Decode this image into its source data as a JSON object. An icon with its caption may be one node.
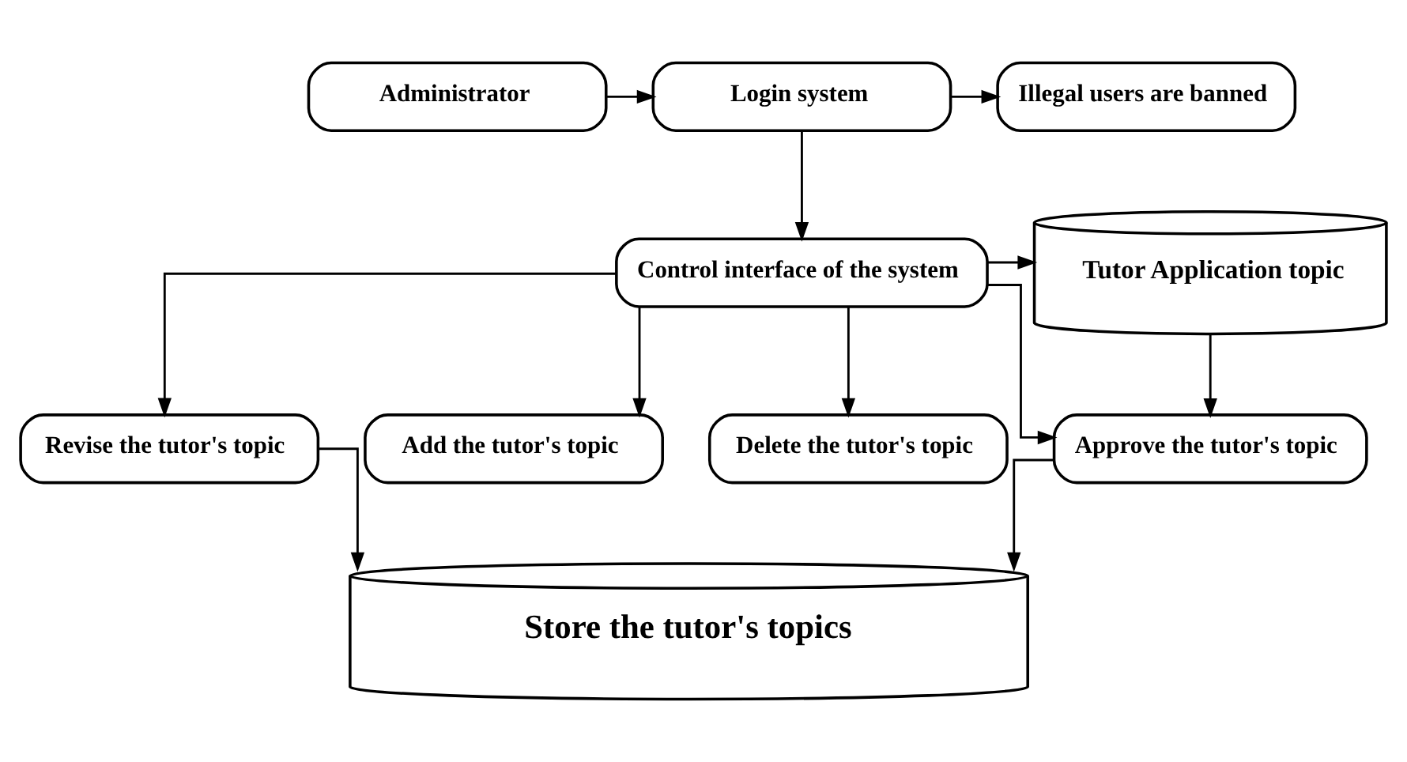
{
  "diagram": {
    "nodes": [
      {
        "text": [
          "Administrator"
        ]
      },
      {
        "text": [
          "Login system"
        ]
      },
      {
        "text": [
          "Illegal users are banned"
        ]
      },
      {
        "text": [
          "Control interface of the system"
        ]
      },
      {
        "text": [
          "Tutor Application topic"
        ]
      },
      {
        "text": [
          "Revise the tutor's topic"
        ]
      },
      {
        "text": [
          "Add the tutor's topic"
        ]
      },
      {
        "text": [
          "Delete the tutor's topic"
        ]
      },
      {
        "text": [
          "Approve the tutor's topic"
        ]
      },
      {
        "text": [
          "Store the tutor's topics"
        ]
      }
    ],
    "edges": [
      {
        "from": 0,
        "to": 1,
        "arrow": "to"
      },
      {
        "from": 1,
        "to": 2,
        "arrow": "to"
      },
      {
        "from": 1,
        "to": 3,
        "arrow": "to"
      },
      {
        "from": 3,
        "to": 4,
        "arrow": "to"
      },
      {
        "from": 3,
        "to": 5,
        "arrow": "to"
      },
      {
        "from": 3,
        "to": 6,
        "arrow": "to"
      },
      {
        "from": 3,
        "to": 7,
        "arrow": "to"
      },
      {
        "from": 3,
        "to": 8,
        "arrow": "to"
      },
      {
        "from": 4,
        "to": 8,
        "arrow": "to"
      },
      {
        "from": 5,
        "to": 9,
        "arrow": "to"
      },
      {
        "from": 8,
        "to": 9,
        "arrow": "to"
      }
    ]
  }
}
